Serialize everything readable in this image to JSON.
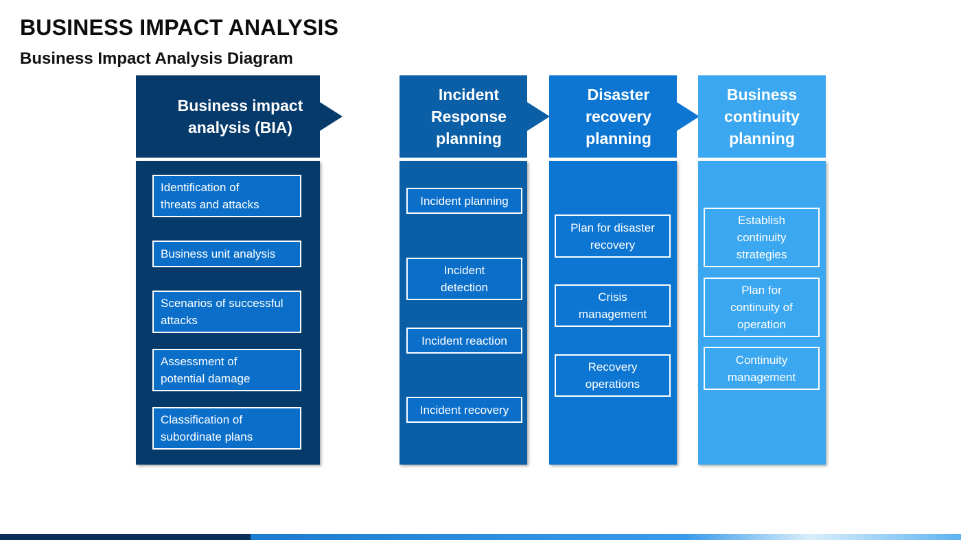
{
  "title": "BUSINESS IMPACT ANALYSIS",
  "subtitle": "Business Impact Analysis Diagram",
  "colors": {
    "col1": "#063a6a",
    "col2": "#0a5fa6",
    "col3": "#0c76d2",
    "col4": "#3aa7f0",
    "item_bg_1": "#0b6fc9",
    "item_bg_2": "#0b6fc9",
    "item_bg_3": "#0c76d2",
    "item_bg_4": "#3aa7f0"
  },
  "columns": [
    {
      "header": [
        "Business impact",
        "analysis (BIA)"
      ],
      "items": [
        [
          "Identification of",
          "threats and attacks"
        ],
        [
          "Business unit analysis"
        ],
        [
          "Scenarios of successful",
          "attacks"
        ],
        [
          "Assessment of",
          "potential damage"
        ],
        [
          "Classification of",
          "subordinate plans"
        ]
      ]
    },
    {
      "header": [
        "Incident",
        "Response",
        "planning"
      ],
      "items": [
        [
          "Incident planning"
        ],
        [
          "Incident",
          "detection"
        ],
        [
          "Incident reaction"
        ],
        [
          "Incident recovery"
        ]
      ]
    },
    {
      "header": [
        "Disaster",
        "recovery",
        "planning"
      ],
      "items": [
        [
          "Plan for disaster",
          "recovery"
        ],
        [
          "Crisis",
          "management"
        ],
        [
          "Recovery",
          "operations"
        ]
      ]
    },
    {
      "header": [
        "Business",
        "continuity",
        "planning"
      ],
      "items": [
        [
          "Establish",
          "continuity",
          "strategies"
        ],
        [
          "Plan for",
          "continuity of",
          "operation"
        ],
        [
          "Continuity",
          "management"
        ]
      ]
    }
  ]
}
